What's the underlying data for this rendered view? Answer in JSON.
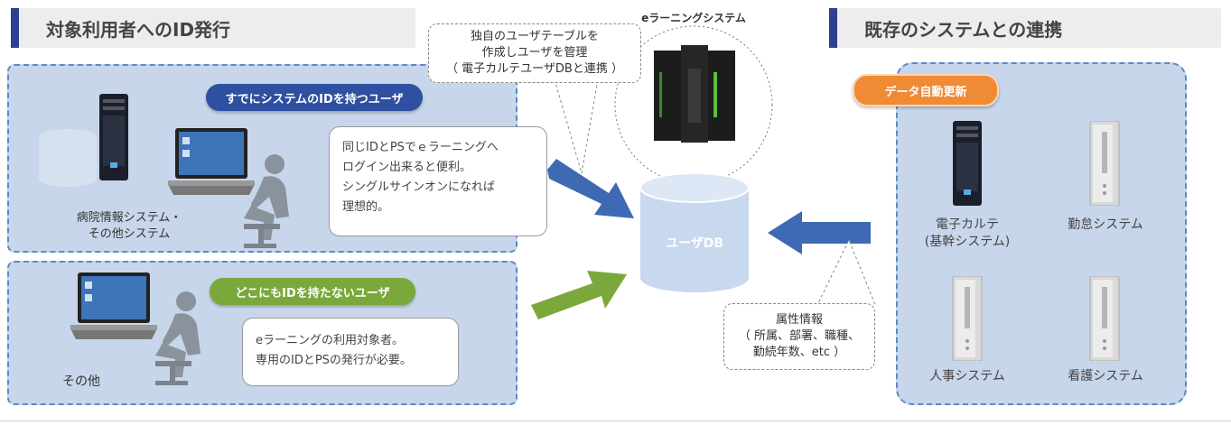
{
  "left_header": {
    "title": "対象利用者へのID発行"
  },
  "right_header": {
    "title": "既存のシステムとの連携"
  },
  "group_existing": {
    "badge": "すでにシステムのIDを持つユーザ",
    "system_label": [
      "病院情報システム・",
      "その他システム"
    ],
    "note": [
      "同じIDとPSでｅラーニングへ",
      "ログイン出来ると便利。",
      "シングルサインオンになれば",
      "理想的。"
    ]
  },
  "group_none": {
    "badge": "どこにもIDを持たないユーザ",
    "label": "その他",
    "note": [
      "eラーニングの利用対象者。",
      "専用のIDとPSの発行が必要。"
    ]
  },
  "server": {
    "label": "eラーニングシステム",
    "callout": [
      "独自のユーザテーブルを",
      "作成しユーザを管理",
      "（ 電子カルテユーザDBと連携 ）"
    ]
  },
  "database": {
    "label": "ユーザDB"
  },
  "attributes": {
    "lines": [
      "属性情報",
      "（ 所属、部署、職種、",
      "勤続年数、etc ）"
    ]
  },
  "systems": {
    "badge": "データ自動更新",
    "ehr": [
      "電子カルテ",
      "(基幹システム)"
    ],
    "attendance": "勤怠システム",
    "hr": "人事システム",
    "nursing": "看護システム"
  },
  "colors": {
    "navy": "#2f3f8f",
    "blue_arrow": "#3d6ab3",
    "green_arrow": "#7aa83a",
    "orange": "#ef8a35",
    "panel": "#c7d6ea"
  }
}
